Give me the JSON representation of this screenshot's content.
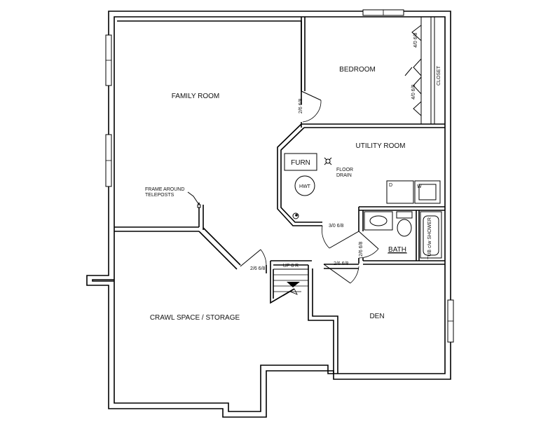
{
  "rooms": {
    "family_room": "FAMILY ROOM",
    "bedroom": "BEDROOM",
    "utility_room": "UTILITY ROOM",
    "crawl_space": "CRAWL SPACE / STORAGE",
    "den": "DEN",
    "bath": "BATH"
  },
  "fixtures": {
    "furnace": "FURN",
    "hot_water_tank": "HWT",
    "floor_drain_line1": "FLOOR",
    "floor_drain_line2": "DRAIN",
    "dryer": "D",
    "washer": "W",
    "tub_shower": "TUB c/w SHOWER",
    "closet": "CLOSET",
    "teleposts_line1": "FRAME AROUND",
    "teleposts_line2": "TELEPOSTS",
    "stair": "UP 8 R"
  },
  "doors": {
    "family_bedroom": "2/6 6/8",
    "closet_upper": "4/0 6/8",
    "closet_lower": "4/0 6/8",
    "utility_bath": "3/0 6/8",
    "bath_side": "2/6 6/8",
    "crawl_space": "2/6 6/8",
    "den": "2/6 6/8"
  }
}
